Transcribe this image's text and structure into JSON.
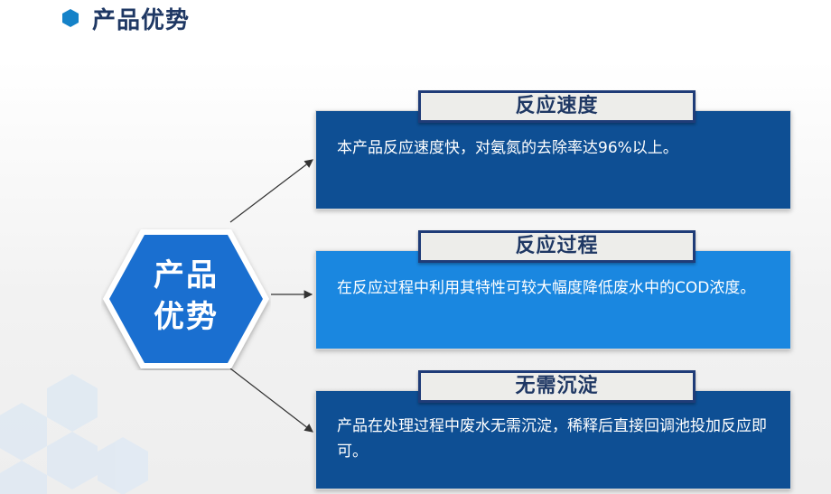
{
  "header": {
    "title": "产品优势",
    "bullet_icon": "hexagon-bullet-icon",
    "bullet_color": "#1582c8"
  },
  "center": {
    "line1": "产品",
    "line2": "优势",
    "fill_color": "#1a6fd0"
  },
  "cards": [
    {
      "title": "反应速度",
      "text": "本产品反应速度快，对氨氮的去除率达96%以上。",
      "fill_color": "#0e4f94"
    },
    {
      "title": "反应过程",
      "text": "在反应过程中利用其特性可较大幅度降低废水中的COD浓度。",
      "fill_color": "#1a87e0"
    },
    {
      "title": "无需沉淀",
      "text": "产品在处理过程中废水无需沉淀，稀释后直接回调池投加反应即可。",
      "fill_color": "#0e4f94"
    }
  ],
  "colors": {
    "tab_border": "#1f3c78",
    "tab_fill": "#ededea",
    "title_text": "#1f3864"
  }
}
